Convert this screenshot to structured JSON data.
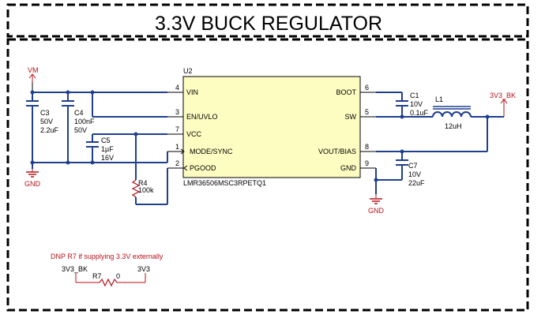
{
  "title": "3.3V BUCK REGULATOR",
  "ic": {
    "ref": "U2",
    "part": "LMR36506MSC3RPETQ1",
    "pins": {
      "vin": {
        "name": "VIN",
        "num": "4"
      },
      "en": {
        "name": "EN/UVLO",
        "num": "3"
      },
      "vcc": {
        "name": "VCC",
        "num": "7"
      },
      "mode": {
        "name": "MODE/SYNC",
        "num": "1"
      },
      "pgood": {
        "name": "PGOOD",
        "num": "2"
      },
      "boot": {
        "name": "BOOT",
        "num": "6"
      },
      "sw": {
        "name": "SW",
        "num": "5"
      },
      "vout": {
        "name": "VOUT/BIAS",
        "num": "8"
      },
      "gnd": {
        "name": "GND",
        "num": "9"
      }
    }
  },
  "nets": {
    "vm": "VM",
    "v3v3_bk": "3V3_BK",
    "v3v3": "3V3",
    "gnd": "GND"
  },
  "components": {
    "c3": {
      "ref": "C3",
      "v": "50V",
      "val": "2.2uF"
    },
    "c4": {
      "ref": "C4",
      "val": "100nF",
      "v": "50V"
    },
    "c5": {
      "ref": "C5",
      "val": "1µF",
      "v": "16V"
    },
    "r4": {
      "ref": "R4",
      "val": "100k"
    },
    "c1": {
      "ref": "C1",
      "v": "10V",
      "val": "0.1uF"
    },
    "l1": {
      "ref": "L1",
      "val": "12uH"
    },
    "c7": {
      "ref": "C7",
      "v": "10V",
      "val": "22uF"
    },
    "r7": {
      "ref": "R7",
      "val": "0"
    }
  },
  "note": "DNP R7 if supplying 3.3V externally"
}
